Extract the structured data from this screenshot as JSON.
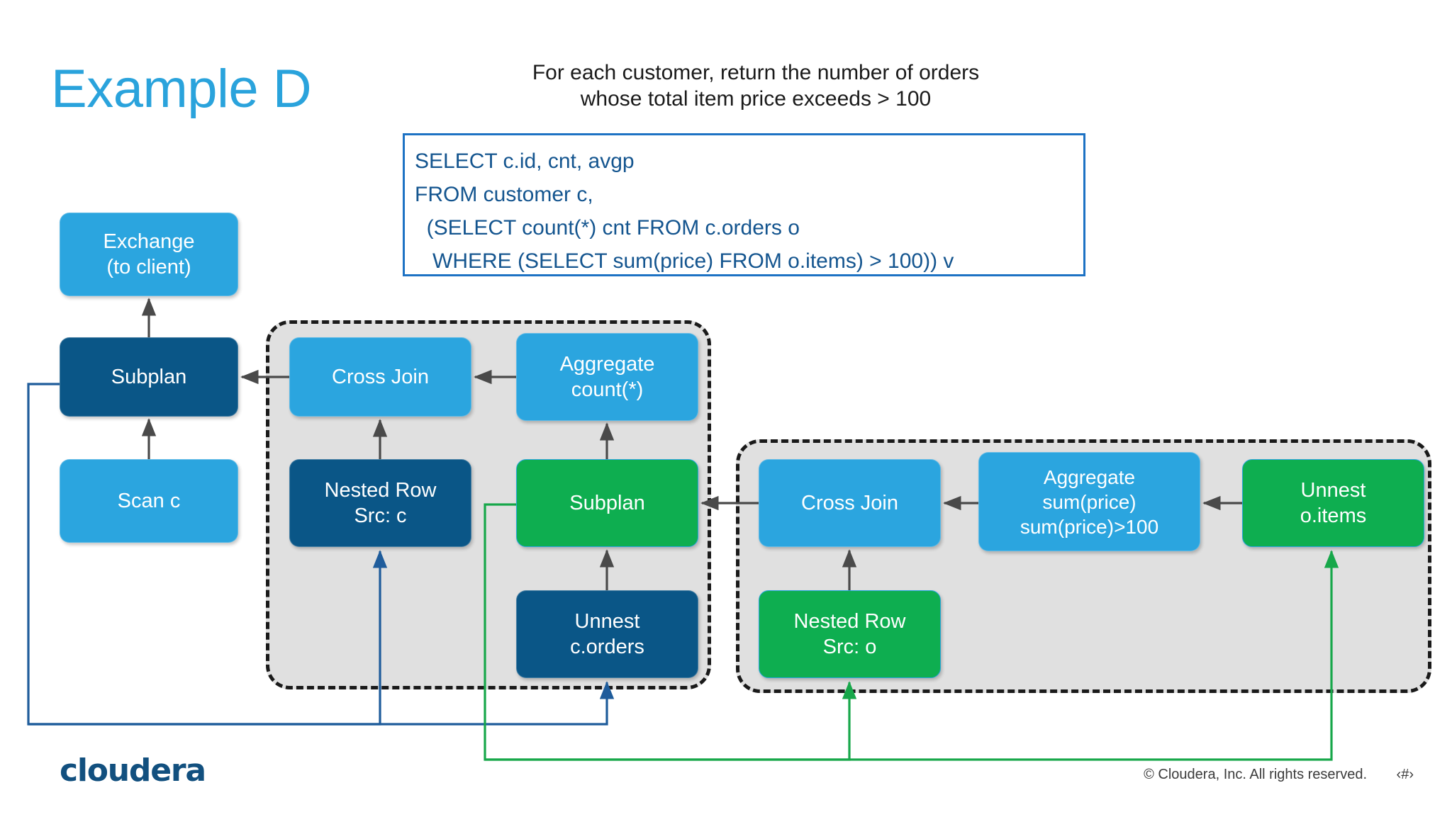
{
  "slide": {
    "title": "Example D",
    "question": [
      "For each customer, return the number of orders",
      "whose total item price exceeds > 100"
    ],
    "sql": [
      "SELECT c.id, cnt, avgp",
      "FROM customer c,",
      "  (SELECT count(*) cnt FROM c.orders o",
      "   WHERE (SELECT sum(price) FROM o.items) > 100)) v"
    ]
  },
  "colors": {
    "title": "#2AA3DC",
    "light_blue": "#2BA5DF",
    "dark_blue": "#0A5687",
    "green": "#0EAE50",
    "sql_border": "#1D72C4",
    "sql_text": "#14558F",
    "group_fill": "#E0E0E0",
    "group_border": "#1A1A1A",
    "arrow_gray": "#4A4A4A",
    "arrow_blue": "#1F5C9B",
    "arrow_green": "#17A74A"
  },
  "nodes": {
    "exchange": {
      "lines": [
        "Exchange",
        "(to client)"
      ],
      "color": "light_blue"
    },
    "subplan_top": {
      "lines": [
        "Subplan"
      ],
      "color": "dark_blue"
    },
    "scan_c": {
      "lines": [
        "Scan c"
      ],
      "color": "light_blue"
    },
    "cross_join_1": {
      "lines": [
        "Cross Join"
      ],
      "color": "light_blue"
    },
    "aggregate_count": {
      "lines": [
        "Aggregate",
        "count(*)"
      ],
      "color": "light_blue"
    },
    "nested_row_c": {
      "lines": [
        "Nested Row",
        "Src: c"
      ],
      "color": "dark_blue"
    },
    "subplan_mid": {
      "lines": [
        "Subplan"
      ],
      "color": "green"
    },
    "unnest_corders": {
      "lines": [
        "Unnest",
        "c.orders"
      ],
      "color": "dark_blue"
    },
    "cross_join_2": {
      "lines": [
        "Cross Join"
      ],
      "color": "light_blue"
    },
    "aggregate_sum": {
      "lines": [
        "Aggregate",
        "sum(price)",
        "sum(price)>100"
      ],
      "color": "light_blue"
    },
    "unnest_oitems": {
      "lines": [
        "Unnest",
        "o.items"
      ],
      "color": "green"
    },
    "nested_row_o": {
      "lines": [
        "Nested Row",
        "Src: o"
      ],
      "color": "green"
    }
  },
  "groups": {
    "outer_label": "subplan-group-outer",
    "inner_label": "subplan-group-inner"
  },
  "footer": {
    "logo": "cloudera",
    "copyright": "© Cloudera, Inc. All rights reserved.",
    "page_number": "‹#›"
  },
  "chart_data": {
    "type": "diagram",
    "title": "Example D — query plan",
    "nodes": [
      {
        "id": "exchange",
        "label": "Exchange (to client)",
        "color": "light_blue",
        "group": null
      },
      {
        "id": "subplan_top",
        "label": "Subplan",
        "color": "dark_blue",
        "group": null
      },
      {
        "id": "scan_c",
        "label": "Scan c",
        "color": "light_blue",
        "group": null
      },
      {
        "id": "cross_join_1",
        "label": "Cross Join",
        "color": "light_blue",
        "group": "outer"
      },
      {
        "id": "aggregate_count",
        "label": "Aggregate count(*)",
        "color": "light_blue",
        "group": "outer"
      },
      {
        "id": "nested_row_c",
        "label": "Nested Row Src: c",
        "color": "dark_blue",
        "group": "outer"
      },
      {
        "id": "subplan_mid",
        "label": "Subplan",
        "color": "green",
        "group": "outer"
      },
      {
        "id": "unnest_corders",
        "label": "Unnest c.orders",
        "color": "dark_blue",
        "group": "outer"
      },
      {
        "id": "cross_join_2",
        "label": "Cross Join",
        "color": "light_blue",
        "group": "inner"
      },
      {
        "id": "aggregate_sum",
        "label": "Aggregate sum(price) sum(price)>100",
        "color": "light_blue",
        "group": "inner"
      },
      {
        "id": "unnest_oitems",
        "label": "Unnest o.items",
        "color": "green",
        "group": "inner"
      },
      {
        "id": "nested_row_o",
        "label": "Nested Row Src: o",
        "color": "green",
        "group": "inner"
      }
    ],
    "edges": [
      {
        "from": "subplan_top",
        "to": "exchange",
        "style": "gray"
      },
      {
        "from": "scan_c",
        "to": "subplan_top",
        "style": "gray"
      },
      {
        "from": "cross_join_1",
        "to": "subplan_top",
        "style": "gray"
      },
      {
        "from": "aggregate_count",
        "to": "cross_join_1",
        "style": "gray"
      },
      {
        "from": "nested_row_c",
        "to": "cross_join_1",
        "style": "gray"
      },
      {
        "from": "subplan_mid",
        "to": "aggregate_count",
        "style": "gray"
      },
      {
        "from": "unnest_corders",
        "to": "subplan_mid",
        "style": "gray"
      },
      {
        "from": "cross_join_2",
        "to": "subplan_mid",
        "style": "gray"
      },
      {
        "from": "aggregate_sum",
        "to": "cross_join_2",
        "style": "gray"
      },
      {
        "from": "unnest_oitems",
        "to": "aggregate_sum",
        "style": "gray"
      },
      {
        "from": "nested_row_o",
        "to": "cross_join_2",
        "style": "gray"
      },
      {
        "from": "subplan_top",
        "to": "nested_row_c",
        "style": "blue-routed"
      },
      {
        "from": "subplan_top",
        "to": "unnest_corders",
        "style": "blue-routed"
      },
      {
        "from": "subplan_mid",
        "to": "nested_row_o",
        "style": "green-routed"
      },
      {
        "from": "subplan_mid",
        "to": "unnest_oitems",
        "style": "green-routed"
      }
    ]
  }
}
